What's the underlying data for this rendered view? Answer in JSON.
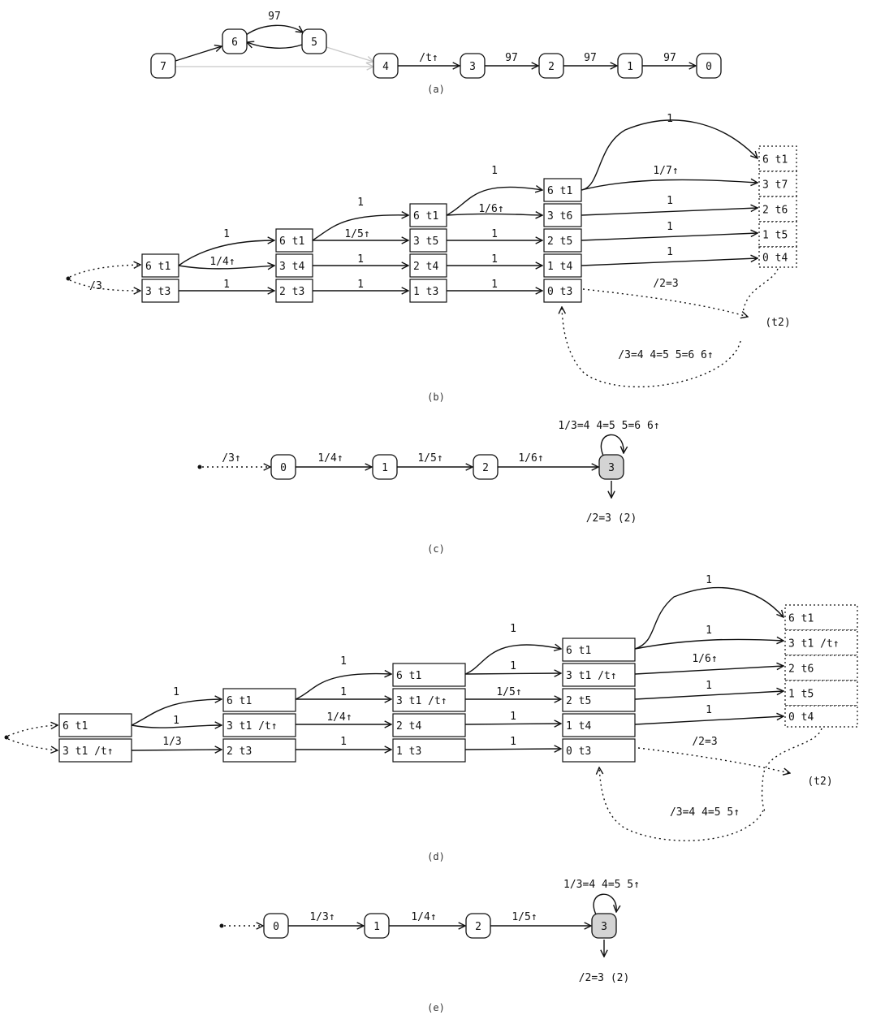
{
  "panel_a": {
    "caption": "(a)",
    "nodes": [
      "7",
      "6",
      "5",
      "4",
      "3",
      "2",
      "1",
      "0"
    ],
    "edges": [
      {
        "from": "7",
        "to": "6",
        "label": ""
      },
      {
        "from": "6",
        "to": "5",
        "label": "97"
      },
      {
        "from": "5",
        "to": "6",
        "label": ""
      },
      {
        "from": "5",
        "to": "4",
        "label": "",
        "style": "gray"
      },
      {
        "from": "7",
        "to": "4",
        "label": "",
        "style": "gray"
      },
      {
        "from": "4",
        "to": "3",
        "label": "/t↑"
      },
      {
        "from": "3",
        "to": "2",
        "label": "97"
      },
      {
        "from": "2",
        "to": "1",
        "label": "97"
      },
      {
        "from": "1",
        "to": "0",
        "label": "97"
      }
    ]
  },
  "panel_b": {
    "caption": "(b)",
    "boxes": [
      "6 t1",
      "3 t3",
      "6 t1",
      "3 t4",
      "2 t3",
      "6 t1",
      "3 t5",
      "2 t4",
      "1 t3",
      "6 t1",
      "3 t6",
      "2 t5",
      "1 t4",
      "0 t3",
      "6 t1",
      "3 t7",
      "2 t6",
      "1 t5",
      "0 t4"
    ],
    "edge_labels": [
      "/3",
      "1",
      "1/4↑",
      "1",
      "1",
      "1/5↑",
      "1",
      "1",
      "1",
      "1/6↑",
      "1",
      "1",
      "1",
      "1/7↑",
      "1",
      "1",
      "1",
      "/2=3",
      "/3=4 4=5 5=6 6↑"
    ],
    "target": "(t2)"
  },
  "panel_c": {
    "caption": "(c)",
    "nodes": [
      "0",
      "1",
      "2",
      "3"
    ],
    "edge_labels": [
      "/3↑",
      "1/4↑",
      "1/5↑",
      "1/6↑"
    ],
    "loop_label": "1/3=4 4=5 5=6 6↑",
    "exit_label": "/2=3 (2)"
  },
  "panel_d": {
    "caption": "(d)",
    "boxes": [
      "6 t1",
      "3 t1 /t↑",
      "6 t1",
      "3 t1 /t↑",
      "2 t3",
      "6 t1",
      "3 t1 /t↑",
      "2 t4",
      "1 t3",
      "6 t1",
      "3 t1 /t↑",
      "2 t5",
      "1 t4",
      "0 t3",
      "6 t1",
      "3 t1 /t↑",
      "2 t6",
      "1 t5",
      "0 t4"
    ],
    "edge_labels": [
      "1",
      "1",
      "1/3",
      "1",
      "1",
      "1/4↑",
      "1",
      "1",
      "1",
      "1/5↑",
      "1",
      "1",
      "1",
      "1",
      "1/6↑",
      "1",
      "1",
      "/2=3",
      "/3=4 4=5 5↑"
    ],
    "target": "(t2)"
  },
  "panel_e": {
    "caption": "(e)",
    "nodes": [
      "0",
      "1",
      "2",
      "3"
    ],
    "edge_labels": [
      "1/3↑",
      "1/4↑",
      "1/5↑"
    ],
    "loop_label": "1/3=4 4=5 5↑",
    "exit_label": "/2=3 (2)"
  },
  "colors": {
    "ink": "#111111",
    "gray_edge": "#c8c8c8",
    "final_fill": "#d4d4d4"
  }
}
